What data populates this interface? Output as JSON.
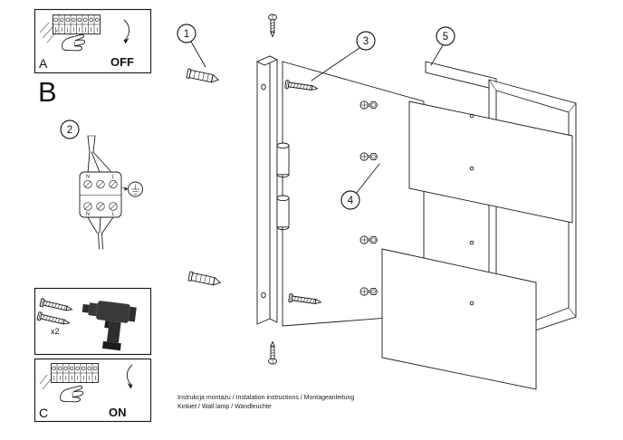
{
  "panel_a": {
    "label": "A",
    "switch_state": "OFF"
  },
  "section_b": {
    "label": "B"
  },
  "wiring": {
    "label_n_top": "N",
    "label_l_top": "L",
    "label_n_bottom": "N",
    "label_l_bottom": "L"
  },
  "drill_panel": {
    "screw_count": "x2"
  },
  "panel_c": {
    "label": "C",
    "switch_state": "ON"
  },
  "callouts": {
    "n1": "1",
    "n2": "2",
    "n3": "3",
    "n4": "4",
    "n5": "5"
  },
  "footer": {
    "line1": "Instrukcja montażu / Instalation instructions / Montageanleitung",
    "line2": "Kinkiet / Wall lamp / Wandleuchte"
  }
}
